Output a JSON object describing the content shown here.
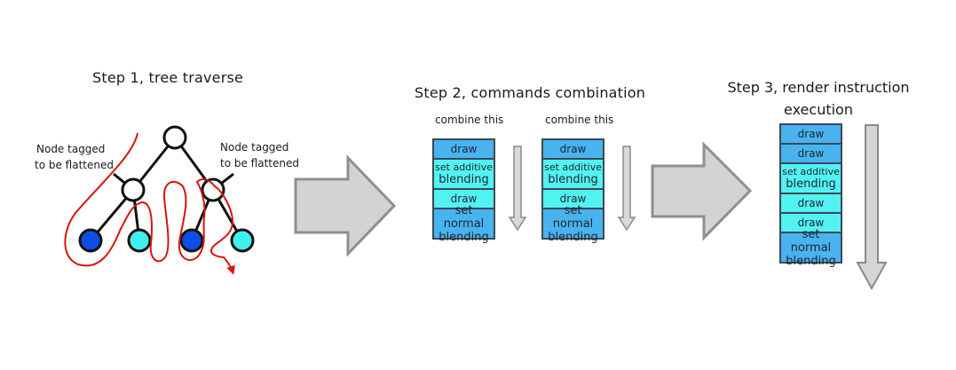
{
  "step1": {
    "title": "Step 1, tree traverse",
    "label_left": [
      "Node tagged",
      "to be flattened"
    ],
    "label_right": [
      "Node tagged",
      "to be flattened"
    ]
  },
  "step2": {
    "title": "Step 2, commands combination",
    "combine_left": "combine this",
    "combine_right": "combine this",
    "stack_left": [
      {
        "kind": "draw",
        "lines": [
          "draw"
        ]
      },
      {
        "kind": "set-additive",
        "lines": [
          "set additive",
          "blending"
        ]
      },
      {
        "kind": "draw",
        "lines": [
          "draw"
        ]
      },
      {
        "kind": "set-normal",
        "lines": [
          "set normal",
          "blending"
        ]
      }
    ],
    "stack_right": [
      {
        "kind": "draw",
        "lines": [
          "draw"
        ]
      },
      {
        "kind": "set-additive",
        "lines": [
          "set additive",
          "blending"
        ]
      },
      {
        "kind": "draw",
        "lines": [
          "draw"
        ]
      },
      {
        "kind": "set-normal",
        "lines": [
          "set normal",
          "blending"
        ]
      }
    ]
  },
  "step3": {
    "title": [
      "Step 3, render instruction",
      "execution"
    ],
    "stack": [
      {
        "kind": "draw",
        "lines": [
          "draw"
        ]
      },
      {
        "kind": "draw",
        "lines": [
          "draw"
        ]
      },
      {
        "kind": "set-additive",
        "lines": [
          "set additive",
          "blending"
        ]
      },
      {
        "kind": "draw-alt",
        "lines": [
          "draw"
        ]
      },
      {
        "kind": "draw-alt",
        "lines": [
          "draw"
        ]
      },
      {
        "kind": "set-normal",
        "lines": [
          "set normal",
          "blending"
        ]
      }
    ]
  },
  "colors": {
    "draw": "#49b3f0",
    "draw_alt": "#53f2f2",
    "set_additive": "#53f2f2",
    "set_normal": "#49b3f0",
    "leaf_dark": "#0d4de8",
    "leaf_light": "#3ff0ec",
    "traverse_path": "#d9140e",
    "big_arrow_fill": "#d3d3d1",
    "big_arrow_stroke": "#8f8f8f"
  }
}
